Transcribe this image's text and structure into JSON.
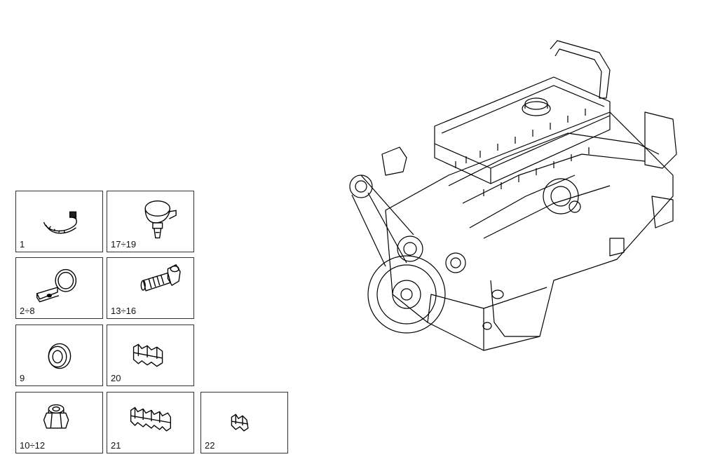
{
  "parts": [
    {
      "id": "cable-tie",
      "label": "1"
    },
    {
      "id": "clamp-clip",
      "label": "17÷19"
    },
    {
      "id": "p-clamp",
      "label": "2÷8"
    },
    {
      "id": "screw",
      "label": "13÷16"
    },
    {
      "id": "washer-ring",
      "label": "9"
    },
    {
      "id": "pipe-holder-2",
      "label": "20"
    },
    {
      "id": "lock-nut",
      "label": "10÷12"
    },
    {
      "id": "pipe-holder-4",
      "label": "21"
    },
    {
      "id": "pipe-holder-1",
      "label": "22"
    }
  ]
}
